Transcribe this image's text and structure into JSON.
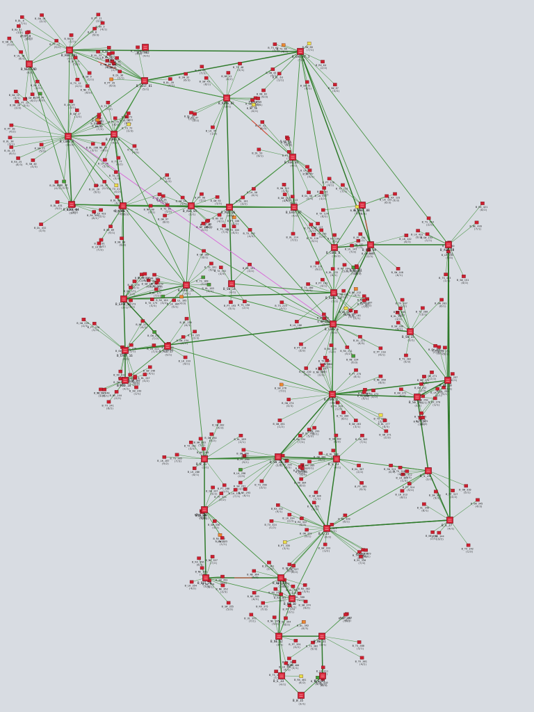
{
  "colors": {
    "background": "#d8dce2",
    "hub_fill": "#d9263a",
    "hub_border": "#7a0f1a",
    "leaf_fill": "#cc1f2f",
    "edge_normal": "#3f8f3a",
    "edge_thick": "#2e7a2a",
    "edge_highlight_magenta": "#d86ad8",
    "edge_highlight_red": "#d84a3a",
    "leaf_green": "#3f9f3a",
    "leaf_yellow": "#e6e04a",
    "leaf_orange": "#e88a30"
  },
  "nodes": [
    {
      "id": "n0",
      "kind": "hub",
      "label": "B_HUB_A01",
      "sub": "(4/1)"
    },
    {
      "id": "n1",
      "kind": "hub",
      "label": "B_ETN02",
      "sub": "(4/1)"
    },
    {
      "id": "n2",
      "kind": "hub",
      "label": "B_UAS_RT_3",
      "sub": "(7/3)"
    },
    {
      "id": "n3",
      "kind": "hub",
      "label": "B_NEXTEND",
      "sub": "(6/2)"
    },
    {
      "id": "n4",
      "kind": "hub",
      "label": "B_CORE_A",
      "sub": "(12/3)"
    },
    {
      "id": "n5",
      "kind": "hub",
      "label": "B_DIST_01",
      "sub": "(5/1)"
    },
    {
      "id": "n6",
      "kind": "hub",
      "label": "B_RING_02",
      "sub": "(3/1)"
    },
    {
      "id": "n7",
      "kind": "hub",
      "label": "B_CORE_B",
      "sub": "(9/2)"
    },
    {
      "id": "n8",
      "kind": "hub",
      "label": "B_AGG_03",
      "sub": "(4/1)"
    },
    {
      "id": "n9",
      "kind": "hub",
      "label": "B_EDGE_04",
      "sub": "(3/1)"
    },
    {
      "id": "n10",
      "kind": "hub",
      "label": "B_CORE_C",
      "sub": "(11/3)"
    },
    {
      "id": "n11",
      "kind": "hub",
      "label": "B_AGG_05",
      "sub": "(5/1)"
    },
    {
      "id": "n12",
      "kind": "hub",
      "label": "B_MID_06",
      "sub": "(4/1)"
    },
    {
      "id": "n13",
      "kind": "hub",
      "label": "B_EAST_07",
      "sub": "(4/2)"
    },
    {
      "id": "n14",
      "kind": "hub",
      "label": "B_EAST_08",
      "sub": "(3/1)"
    },
    {
      "id": "n15",
      "kind": "hub",
      "label": "B_CORE_D",
      "sub": "(10/3)"
    },
    {
      "id": "n16",
      "kind": "hub",
      "label": "B_HUB_09",
      "sub": "(6/2)"
    },
    {
      "id": "n17",
      "kind": "hub",
      "label": "B_AGG_10",
      "sub": "(5/1)"
    },
    {
      "id": "n18",
      "kind": "hub",
      "label": "B_EAST_11",
      "sub": "(4/1)"
    },
    {
      "id": "n19",
      "kind": "hub",
      "label": "B_EAST_12",
      "sub": "(3/1)"
    },
    {
      "id": "n20",
      "kind": "hub",
      "label": "B_RING_13",
      "sub": "(7/2)"
    },
    {
      "id": "n21",
      "kind": "hub",
      "label": "B_SW_14",
      "sub": "(4/1)"
    },
    {
      "id": "n22",
      "kind": "hub",
      "label": "B_SW_15",
      "sub": "(3/1)"
    },
    {
      "id": "n23",
      "kind": "hub",
      "label": "B_CORE_E",
      "sub": "(9/2)"
    },
    {
      "id": "n24",
      "kind": "hub",
      "label": "B_EAST_16",
      "sub": "(4/1)"
    },
    {
      "id": "n25",
      "kind": "hub",
      "label": "B_MID_17",
      "sub": "(5/1)"
    },
    {
      "id": "n26",
      "kind": "hub",
      "label": "B_MID_18",
      "sub": "(4/1)"
    },
    {
      "id": "n27",
      "kind": "hub",
      "label": "B_SE_19",
      "sub": "(4/1)"
    },
    {
      "id": "n28",
      "kind": "hub",
      "label": "B_CORE_F",
      "sub": "(10/3)"
    },
    {
      "id": "n29",
      "kind": "hub",
      "label": "B_SE_20",
      "sub": "(3/1)"
    },
    {
      "id": "n30",
      "kind": "hub",
      "label": "B_W_21",
      "sub": "(3/1)"
    },
    {
      "id": "n31",
      "kind": "hub",
      "label": "B_SW_22",
      "sub": "(5/2)"
    },
    {
      "id": "n32",
      "kind": "hub",
      "label": "B_S_23",
      "sub": "(4/1)"
    },
    {
      "id": "n33",
      "kind": "hub",
      "label": "B_S_24",
      "sub": "(3/1)"
    },
    {
      "id": "n34",
      "kind": "hub",
      "label": "B_S_25",
      "sub": "(6/2)"
    },
    {
      "id": "n35",
      "kind": "hub",
      "label": "B_S_26",
      "sub": "(3/1)"
    },
    {
      "id": "n36",
      "kind": "hub",
      "label": "B_S_27",
      "sub": "(4/1)"
    },
    {
      "id": "n37",
      "kind": "hub",
      "label": "B_BOT_28",
      "sub": "(3/1)"
    },
    {
      "id": "n38",
      "kind": "hub",
      "label": "B_BOT_29",
      "sub": "(3/1)"
    },
    {
      "id": "n39",
      "kind": "hub",
      "label": "B_NW_30",
      "sub": "(4/1)"
    },
    {
      "id": "n40",
      "kind": "hub",
      "label": "B_NW_31",
      "sub": "(3/1)"
    },
    {
      "id": "n41",
      "kind": "hub",
      "label": "B_NE_32",
      "sub": "(3/1)"
    },
    {
      "id": "n42",
      "kind": "hub",
      "label": "B_E_33",
      "sub": "(4/1)"
    },
    {
      "id": "n43",
      "kind": "hub",
      "label": "B_E_34",
      "sub": "(3/1)"
    },
    {
      "id": "n44",
      "kind": "hub",
      "label": "B_W_35",
      "sub": "(3/1)"
    }
  ]
}
